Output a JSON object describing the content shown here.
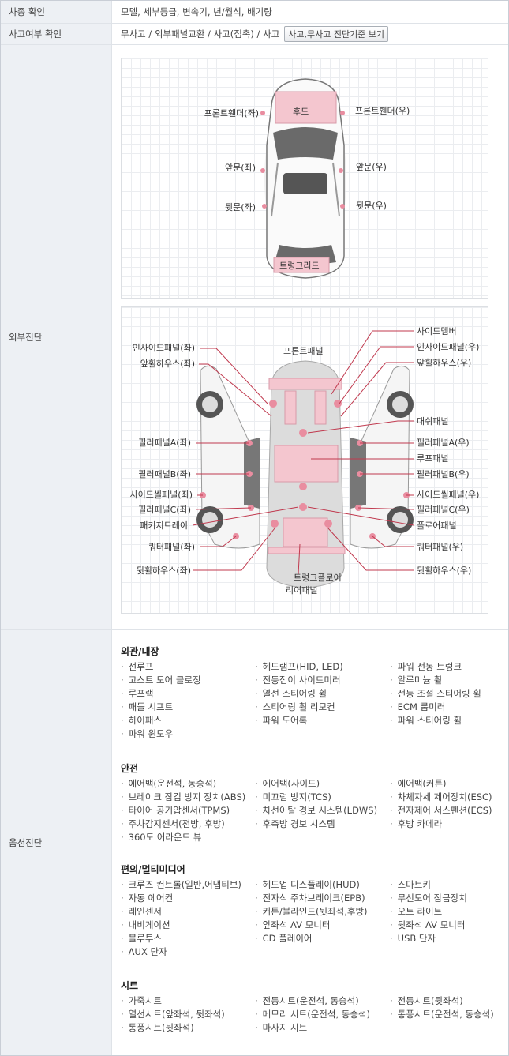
{
  "rows": {
    "car_check": {
      "label": "차종 확인",
      "value": "모델, 세부등급, 변속기, 년/월식, 배기량"
    },
    "accident_check": {
      "label": "사고여부 확인",
      "value": "무사고 / 외부패널교환 / 사고(접촉) / 사고",
      "button": "사고,무사고 진단기준 보기"
    },
    "exterior": {
      "label": "외부진단"
    },
    "options": {
      "label": "옵션진단"
    }
  },
  "top_diagram": {
    "hood": "후드",
    "trunk_lid": "트렁크리드",
    "front_fender_left": "프론트휀더(좌)",
    "front_fender_right": "프론트휀더(우)",
    "front_door_left": "앞문(좌)",
    "front_door_right": "앞문(우)",
    "rear_door_left": "뒷문(좌)",
    "rear_door_right": "뒷문(우)"
  },
  "frame_diagram": {
    "side_member": "사이드멤버",
    "inside_panel_right": "인사이드패널(우)",
    "inside_panel_left": "인사이드패널(좌)",
    "front_panel": "프론트패널",
    "front_wheelhouse_left": "앞휠하우스(좌)",
    "front_wheelhouse_right": "앞휠하우스(우)",
    "dash_panel": "대쉬패널",
    "pillar_a_left": "필러패널A(좌)",
    "pillar_a_right": "필러패널A(우)",
    "roof_panel": "루프패널",
    "pillar_b_left": "필러패널B(좌)",
    "pillar_b_right": "필러패널B(우)",
    "side_sill_left": "사이드씰패널(좌)",
    "side_sill_right": "사이드씰패널(우)",
    "pillar_c_left": "필러패널C(좌)",
    "pillar_c_right": "필러패널C(우)",
    "package_tray": "패키지트레이",
    "floor_panel": "플로어패널",
    "quarter_left": "쿼터패널(좌)",
    "quarter_right": "쿼터패널(우)",
    "rear_wheelhouse_left": "뒷휠하우스(좌)",
    "rear_wheelhouse_right": "뒷휠하우스(우)",
    "trunk_floor": "트렁크플로어",
    "rear_panel": "리어패널"
  },
  "options": {
    "groups": [
      {
        "title": "외관/내장",
        "col1": [
          "선루프",
          "고스트 도어 클로징",
          "루프랙",
          "패들 시프트",
          "하이패스",
          "파워 윈도우"
        ],
        "col2": [
          "헤드램프(HID, LED)",
          "전동접이 사이드미러",
          "열선 스티어링 휠",
          "스티어링 휠 리모컨",
          "파워 도어록"
        ],
        "col3": [
          "파워 전동 트렁크",
          "알루미늄 휠",
          "전동 조절 스티어링 휠",
          "ECM 룸미러",
          "파워 스티어링 휠"
        ]
      },
      {
        "title": "안전",
        "col1": [
          "에어백(운전석, 동승석)",
          "브레이크 잠김 방지 장치(ABS)",
          "타이어 공기압센서(TPMS)",
          "주차감지센서(전방, 후방)",
          "360도 어라운드 뷰"
        ],
        "col2": [
          "에어백(사이드)",
          "미끄럼 방지(TCS)",
          "차선이탈 경보 시스템(LDWS)",
          "후측방 경보 시스템"
        ],
        "col3": [
          "에어백(커튼)",
          "차체자세 제어장치(ESC)",
          "전자제어 서스펜션(ECS)",
          "후방 카메라"
        ]
      },
      {
        "title": "편의/멀티미디어",
        "col1": [
          "크루즈 컨트롤(일반,어댑티브)",
          "자동 에어컨",
          "레인센서",
          "내비게이션",
          "블루투스",
          "AUX 단자"
        ],
        "col2": [
          "헤드업 디스플레이(HUD)",
          "전자식 주차브레이크(EPB)",
          "커튼/블라인드(뒷좌석,후방)",
          "앞좌석 AV 모니터",
          "CD 플레이어"
        ],
        "col3": [
          "스마트키",
          "무선도어 잠금장치",
          "오토 라이트",
          "뒷좌석 AV 모니터",
          "USB 단자"
        ]
      },
      {
        "title": "시트",
        "col1": [
          "가죽시트",
          "열선시트(앞좌석, 뒷좌석)",
          "통풍시트(뒷좌석)"
        ],
        "col2": [
          "전동시트(운전석, 동승석)",
          "메모리 시트(운전석, 동승석)",
          "마사지 시트"
        ],
        "col3": [
          "전동시트(뒷좌석)",
          "통풍시트(운전석, 동승석)"
        ]
      }
    ]
  },
  "colors": {
    "accent_pink": "#f4c6cf",
    "dot_pink": "#e98da0",
    "line_red": "#c0394e"
  }
}
